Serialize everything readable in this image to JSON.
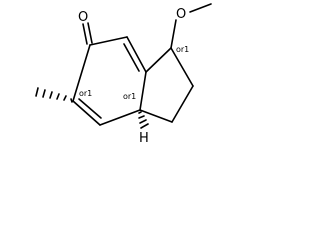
{
  "molecule": {
    "atoms": {
      "oxygen_ketone": "O",
      "oxygen_ether": "O",
      "hydrogen": "H"
    },
    "stereo_labels": {
      "c_methoxy": "or1",
      "c_methyl": "or1",
      "c_ring_fusion": "or1"
    }
  }
}
